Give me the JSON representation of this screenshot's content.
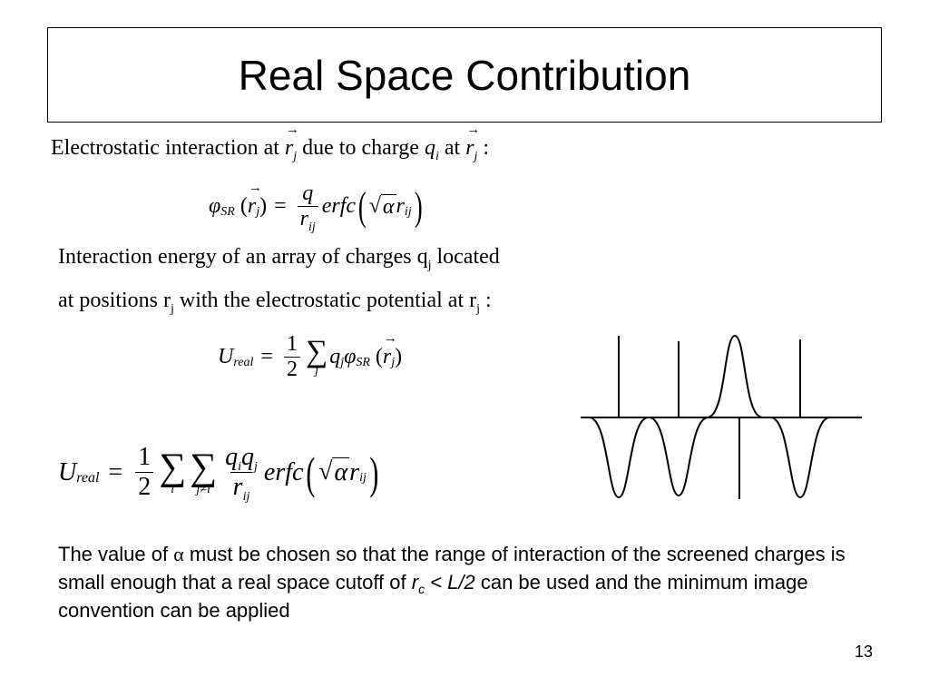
{
  "title": "Real Space Contribution",
  "line1": {
    "text_a": "Electrostatic interaction at ",
    "var_r": "r",
    "sub_j": "j",
    "text_b": " due to charge ",
    "var_q": "q",
    "sub_i": "i",
    "text_c": " at ",
    "text_d": " :"
  },
  "eq1": {
    "phi": "φ",
    "sub_sr": "SR",
    "paren_open": "(",
    "paren_close": ")",
    "equals": "=",
    "num": "q",
    "den": "r",
    "den_sub": "ij",
    "func": "erfc",
    "alpha": "α",
    "r": "r",
    "r_sub": "ij",
    "j": "j"
  },
  "line2": {
    "text_a": "Interaction energy of an array of charges q",
    "sub_j": "j",
    "text_b": " located"
  },
  "line3": {
    "text_a": "at positions r",
    "sub_j": "j",
    "text_b": " with the electrostatic potential at r",
    "sub_j2": "j",
    "text_c": " :"
  },
  "eq2": {
    "U": "U",
    "sub_real": "real",
    "equals": "=",
    "num": "1",
    "den": "2",
    "sum": "∑",
    "sum_lim": "j",
    "q": "q",
    "q_sub": "j",
    "phi": "φ",
    "phi_sub": "SR",
    "r": "r",
    "r_sub": "j"
  },
  "eq3": {
    "U": "U",
    "sub_real": "real",
    "equals": "=",
    "num": "1",
    "den": "2",
    "sum": "∑",
    "sum1_lim": "i",
    "sum2_lim": "j≠i",
    "num_q1": "q",
    "num_q1_sub": "i",
    "num_q2": "q",
    "num_q2_sub": "j",
    "den_r": "r",
    "den_r_sub": "ij",
    "func": "erfc",
    "alpha": "α",
    "r": "r",
    "r_sub": "ij"
  },
  "paragraph": {
    "text_a": "The value of ",
    "alpha": "α",
    "text_b": " must be chosen so that the range of interaction of the screened charges is small enough that a real space cutoff of ",
    "rc": "r",
    "rc_sub": "c",
    "ineq": " < L/2",
    "text_c": " can be used and the minimum image convention can be applied"
  },
  "page_number": "13"
}
